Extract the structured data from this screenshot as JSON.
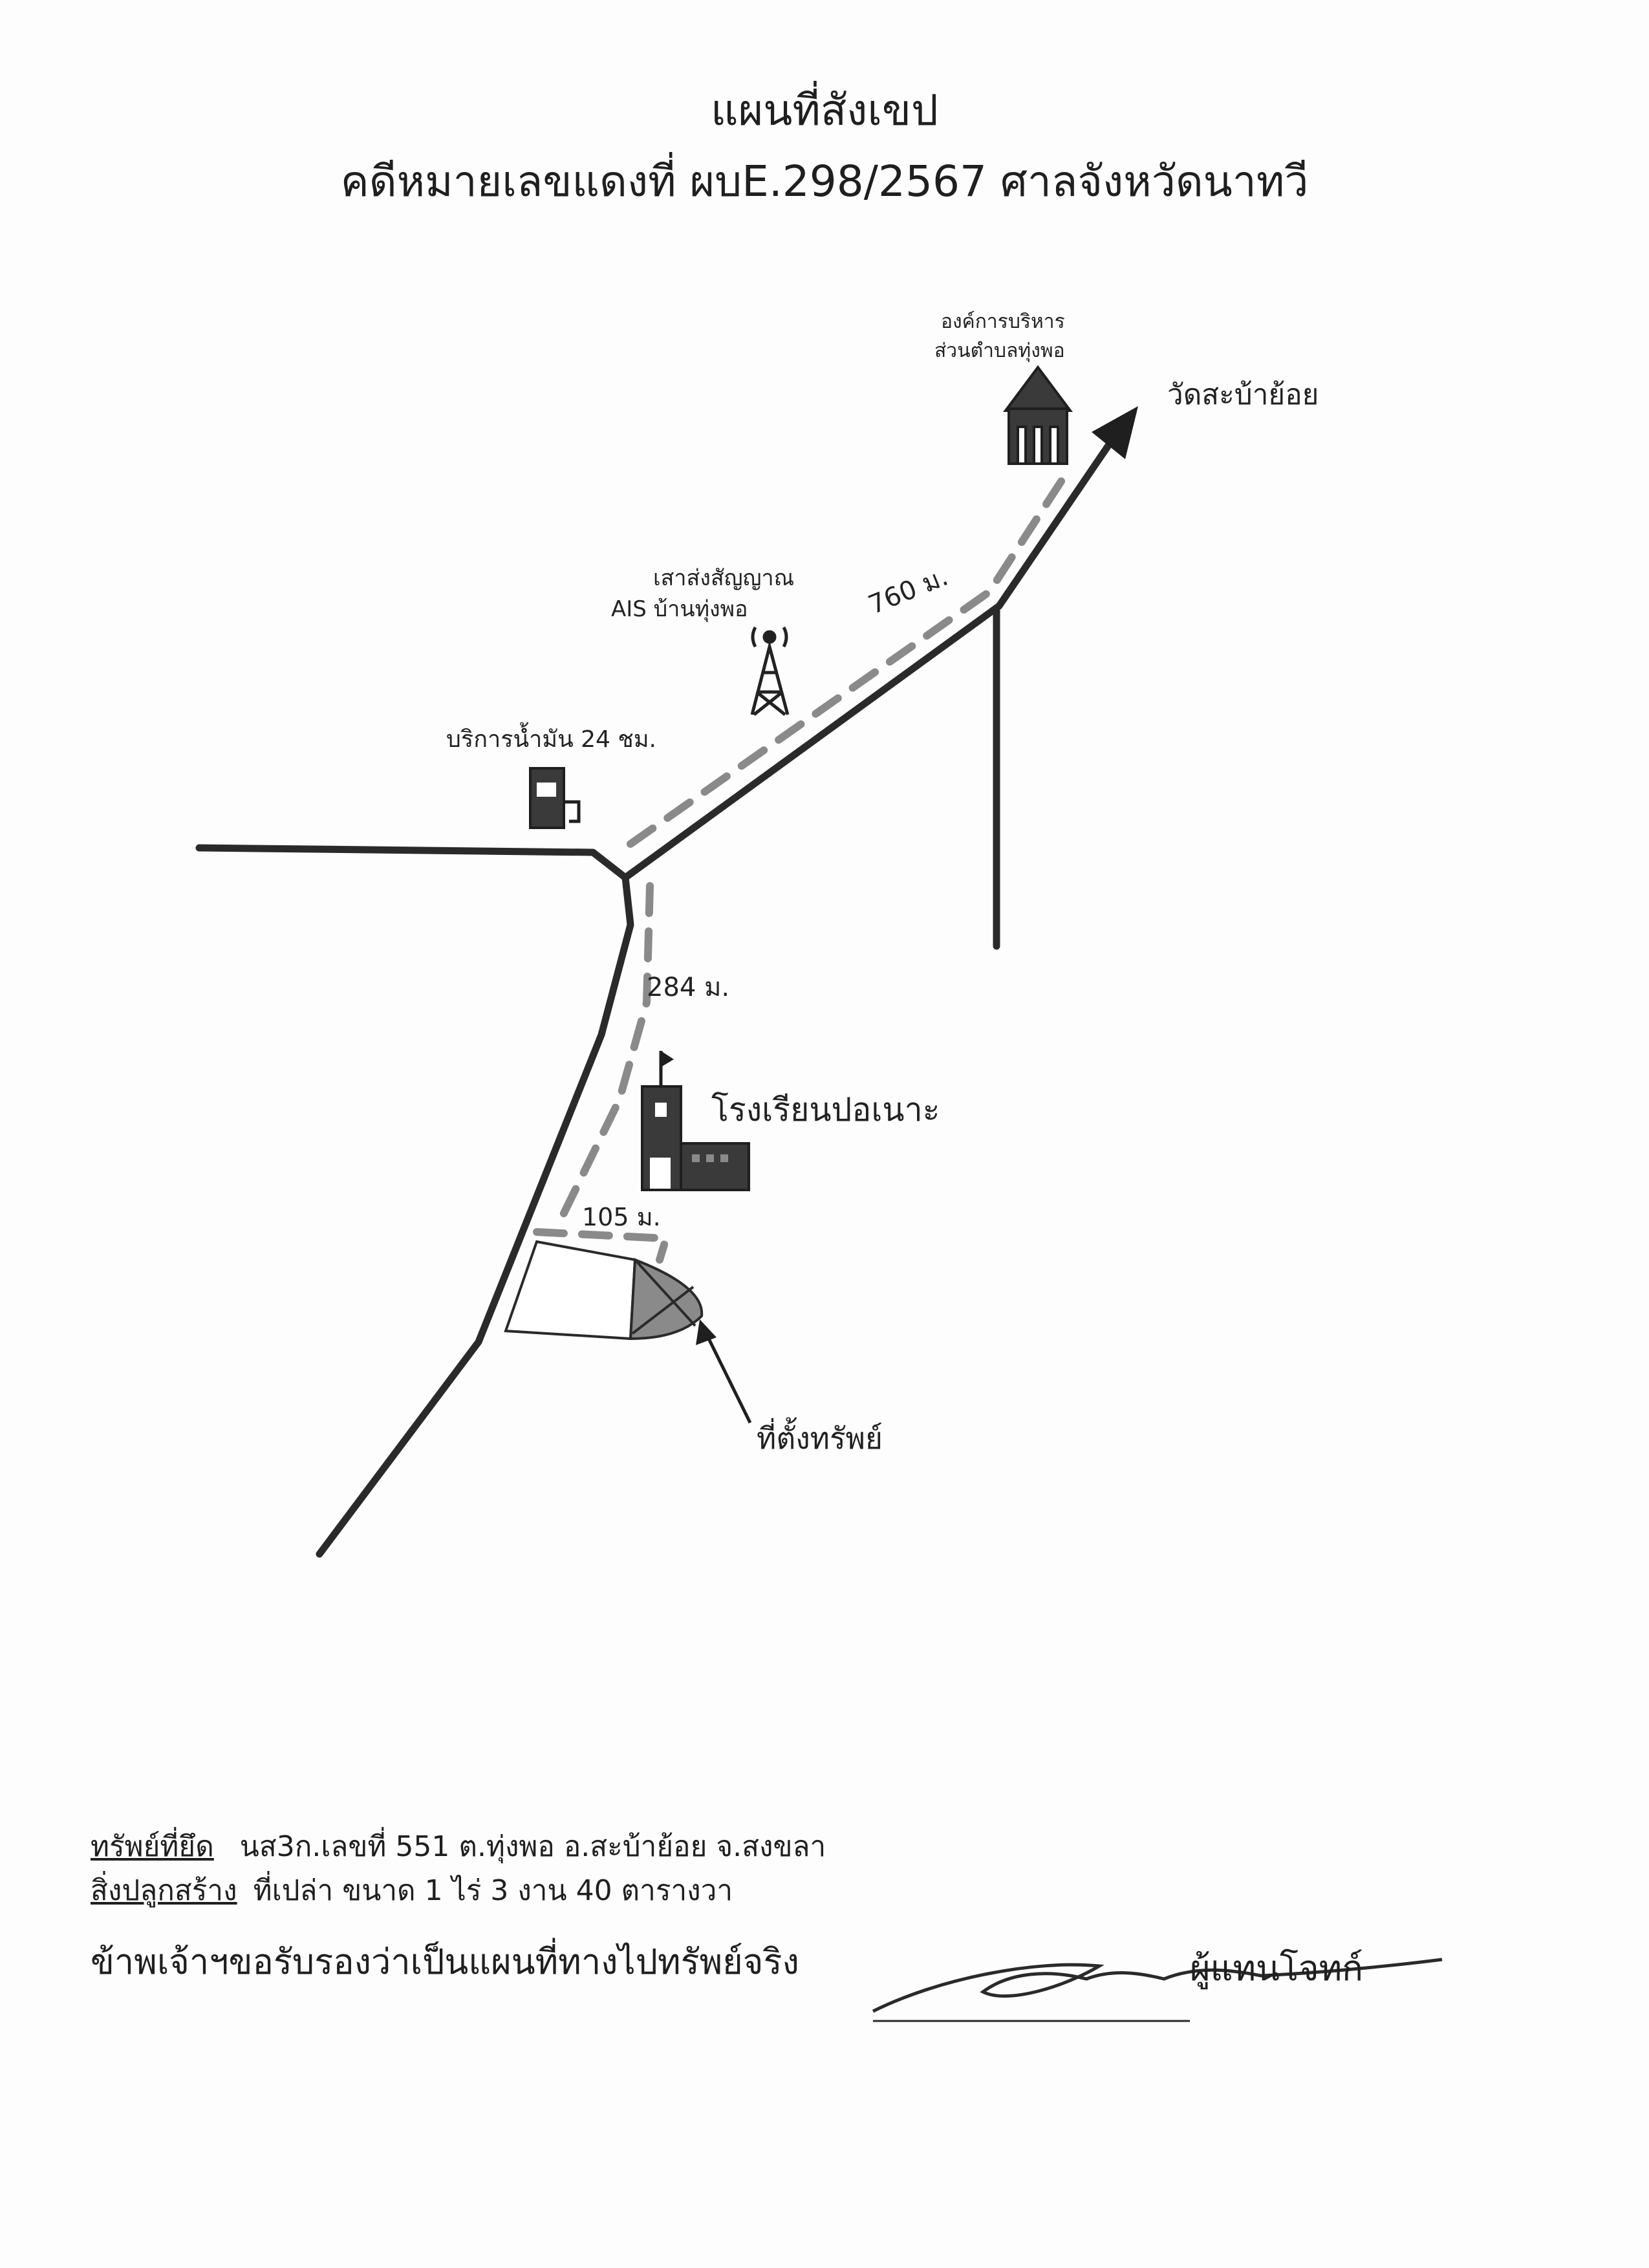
{
  "header": {
    "title": "แผนที่สังเขป",
    "case_line": "คดีหมายเลขแดงที่ ผบE.298/2567 ศาลจังหวัดนาทวี"
  },
  "map": {
    "landmarks": {
      "sao_office": "องค์การบริหาร\nส่วนตำบลทุ่งพอ",
      "temple": "วัดสะบ้าย้อย",
      "ais_tower": "เสาส่งสัญญาณ\nAIS บ้านทุ่งพอ",
      "gas_station": "บริการน้ำมัน 24 ชม.",
      "school": "โรงเรียนปอเนาะ",
      "property": "ที่ตั้งทรัพย์"
    },
    "distances": {
      "upper_road": "760 ม.",
      "lower_road": "284 ม.",
      "to_property": "105 ม."
    },
    "colors": {
      "ink": "#2a2a2a",
      "fill": "#3c3c3c",
      "dash": "#8a8a8a"
    }
  },
  "details": {
    "asset_label": "ทรัพย์ที่ยึด",
    "asset_value": "นส3ก.เลขที่ 551 ต.ทุ่งพอ อ.สะบ้าย้อย จ.สงขลา",
    "structure_label": "สิ่งปลูกสร้าง",
    "structure_value": "ที่เปล่า ขนาด 1 ไร่ 3 งาน 40 ตารางวา"
  },
  "certification": {
    "statement": "ข้าพเจ้าฯขอรับรองว่าเป็นแผนที่ทางไปทรัพย์จริง",
    "signer": "ผู้แทนโจทก์"
  }
}
